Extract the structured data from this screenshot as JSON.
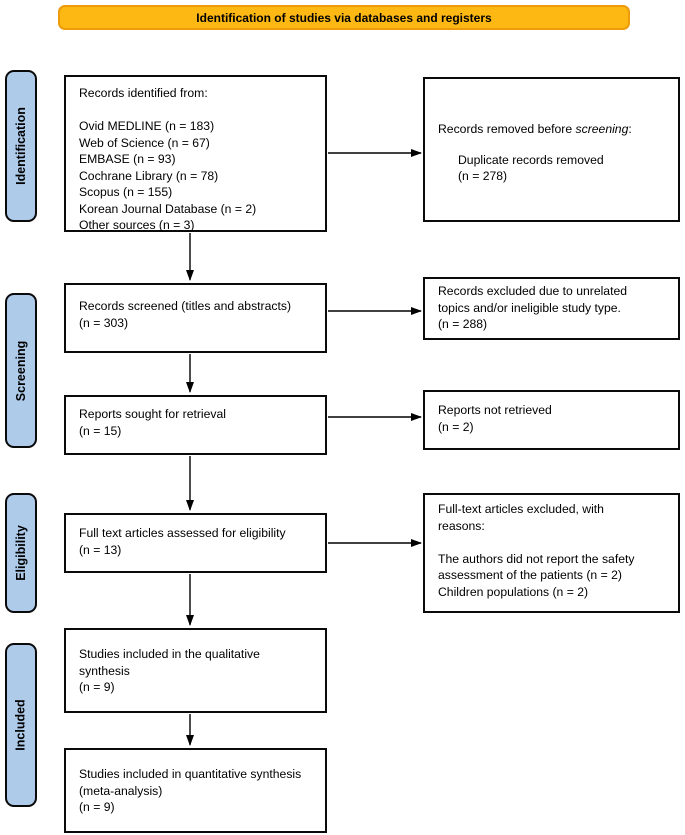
{
  "banner": {
    "label": "Identification of studies via databases and registers"
  },
  "phases": {
    "identification": "Identification",
    "screening": "Screening",
    "eligibility": "Eligibility",
    "included": "Included"
  },
  "main_flow": {
    "records_identified": {
      "title": "Records identified from:",
      "sources": [
        "Ovid MEDLINE (n = 183)",
        "Web of Science (n = 67)",
        "EMBASE (n = 93)",
        "Cochrane Library (n = 78)",
        "Scopus (n = 155)",
        "Korean Journal Database (n = 2)",
        "Other sources (n = 3)"
      ]
    },
    "records_screened": [
      "Records screened (titles and abstracts)",
      "(n = 303)"
    ],
    "reports_sought": [
      "Reports sought for retrieval",
      "(n = 15)"
    ],
    "fulltext_assessed": [
      "Full text articles assessed for eligibility",
      "(n = 13)"
    ],
    "qualitative_included": [
      "Studies included in the qualitative",
      "synthesis",
      "(n = 9)"
    ],
    "quantitative_included": [
      "Studies included in quantitative synthesis",
      "(meta-analysis)",
      "(n = 9)"
    ]
  },
  "exclusions": {
    "records_removed": {
      "title_prefix": "Records removed before ",
      "title_italic": "screening",
      "title_suffix": ":",
      "details": [
        "Duplicate records removed",
        "(n = 278)"
      ]
    },
    "records_excluded": [
      "Records excluded due to unrelated",
      "topics and/or ineligible study type.",
      "(n = 288)"
    ],
    "reports_not_retrieved": [
      "Reports not retrieved",
      "(n = 2)"
    ],
    "fulltext_excluded": {
      "title": [
        "Full-text articles excluded, with",
        "reasons:"
      ],
      "reasons": [
        "The authors did not report the safety",
        "assessment of the patients (n = 2)",
        "Children populations (n = 2)"
      ]
    }
  },
  "colors": {
    "banner_fill": "#FDB813",
    "banner_border": "#EE9B0B",
    "phase_fill": "#AECBEA",
    "box_border": "#000000"
  }
}
